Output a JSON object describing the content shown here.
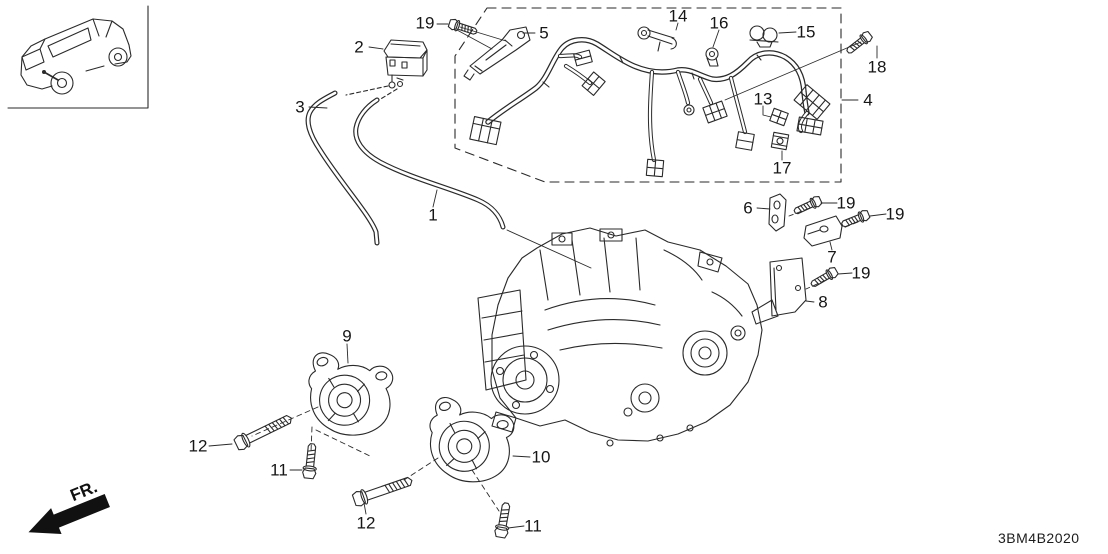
{
  "diagram_code": "3BM4B2020",
  "fr_label": "FR.",
  "colors": {
    "line": "#2a2a2a",
    "background": "#ffffff",
    "label": "#161616",
    "fr_arrow": "#111111"
  },
  "icons": {
    "vehicle-thumbnail-icon": "suv-rear-three-quarter-outline",
    "fr-direction-arrow-icon": "solid-arrow-pointing-front-left",
    "bolt-icon": "flange-bolt-side-view",
    "mount-icon": "rubber-insulator-mount",
    "harness-clip-icon": "wire-clip",
    "connector-icon": "electrical-connector-block"
  },
  "callouts": [
    {
      "label": "19"
    },
    {
      "label": "2"
    },
    {
      "label": "5"
    },
    {
      "label": "14"
    },
    {
      "label": "16"
    },
    {
      "label": "15"
    },
    {
      "label": "18"
    },
    {
      "label": "3"
    },
    {
      "label": "13"
    },
    {
      "label": "4"
    },
    {
      "label": "17"
    },
    {
      "label": "1"
    },
    {
      "label": "6"
    },
    {
      "label": "19"
    },
    {
      "label": "19"
    },
    {
      "label": "7"
    },
    {
      "label": "19"
    },
    {
      "label": "8"
    },
    {
      "label": "9"
    },
    {
      "label": "12"
    },
    {
      "label": "11"
    },
    {
      "label": "10"
    },
    {
      "label": "12"
    },
    {
      "label": "11"
    }
  ]
}
